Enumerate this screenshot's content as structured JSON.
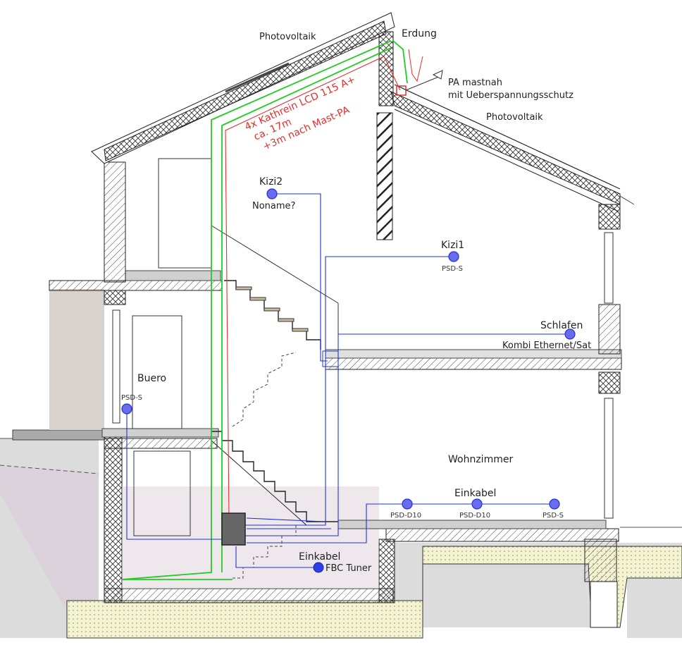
{
  "labels": {
    "photovoltaik_left": "Photovoltaik",
    "photovoltaik_right": "Photovoltaik",
    "erdung": "Erdung",
    "pa_line1": "PA mastnah",
    "pa_line2": "mit Ueberspannungsschutz",
    "cable_line1": "4x Kathrein LCD 115 A+",
    "cable_line2": "ca. 17m",
    "cable_line3": "+3m nach Mast-PA",
    "kizi2": "Kizi2",
    "kizi2_sub": "Noname?",
    "kizi1": "Kizi1",
    "kizi1_sub": "PSD-S",
    "schlafen": "Schlafen",
    "schlafen_sub": "Kombi Ethernet/Sat",
    "buero": "Buero",
    "buero_sub": "PSD-S",
    "wohnzimmer": "Wohnzimmer",
    "einkabel_top": "Einkabel",
    "psd_d10_a": "PSD-D10",
    "psd_d10_b": "PSD-D10",
    "psd_s_wz": "PSD-S",
    "einkabel_bottom": "Einkabel",
    "fbc_tuner": "FBC Tuner"
  },
  "colors": {
    "antenna_cable": "#e03030",
    "grounding": "#22cc22",
    "signal": "#2233cc",
    "outlet": "#6a6cf0",
    "soil": "#f3f3d0",
    "ground": "#dcdcdc"
  }
}
